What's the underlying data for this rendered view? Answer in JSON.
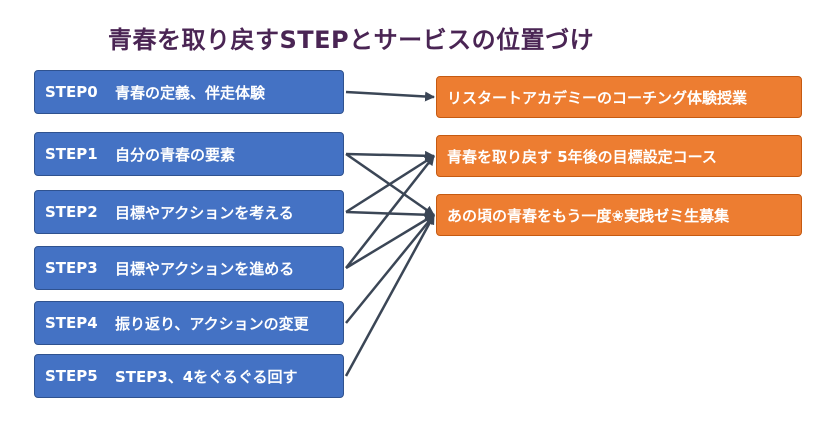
{
  "title": "青春を取り戻すSTEPとサービスの位置づけ",
  "steps": [
    {
      "code": "STEP0",
      "label": "青春の定義、伴走体験"
    },
    {
      "code": "STEP1",
      "label": "自分の青春の要素"
    },
    {
      "code": "STEP2",
      "label": "目標やアクションを考える"
    },
    {
      "code": "STEP3",
      "label": "目標やアクションを進める"
    },
    {
      "code": "STEP4",
      "label": "振り返り、アクションの変更"
    },
    {
      "code": "STEP5",
      "label": "STEP3、4をぐるぐる回す"
    }
  ],
  "courses": [
    {
      "label": "リスタートアカデミーのコーチング体験授業"
    },
    {
      "label": "青春を取り戻す 5年後の目標設定コース"
    },
    {
      "label": "あの頃の青春をもう一度❀実践ゼミ生募集"
    }
  ],
  "connections": [
    {
      "from": "STEP0",
      "to": "リスタートアカデミーのコーチング体験授業"
    },
    {
      "from": "STEP1",
      "to": "青春を取り戻す 5年後の目標設定コース"
    },
    {
      "from": "STEP1",
      "to": "あの頃の青春をもう一度❀実践ゼミ生募集"
    },
    {
      "from": "STEP2",
      "to": "青春を取り戻す 5年後の目標設定コース"
    },
    {
      "from": "STEP2",
      "to": "あの頃の青春をもう一度❀実践ゼミ生募集"
    },
    {
      "from": "STEP3",
      "to": "青春を取り戻す 5年後の目標設定コース"
    },
    {
      "from": "STEP3",
      "to": "あの頃の青春をもう一度❀実践ゼミ生募集"
    },
    {
      "from": "STEP4",
      "to": "あの頃の青春をもう一度❀実践ゼミ生募集"
    },
    {
      "from": "STEP5",
      "to": "あの頃の青春をもう一度❀実践ゼミ生募集"
    }
  ],
  "colors": {
    "title": "#4a2554",
    "step_fill": "#4472c4",
    "course_fill": "#ed7d31",
    "arrow": "#3b4656"
  }
}
